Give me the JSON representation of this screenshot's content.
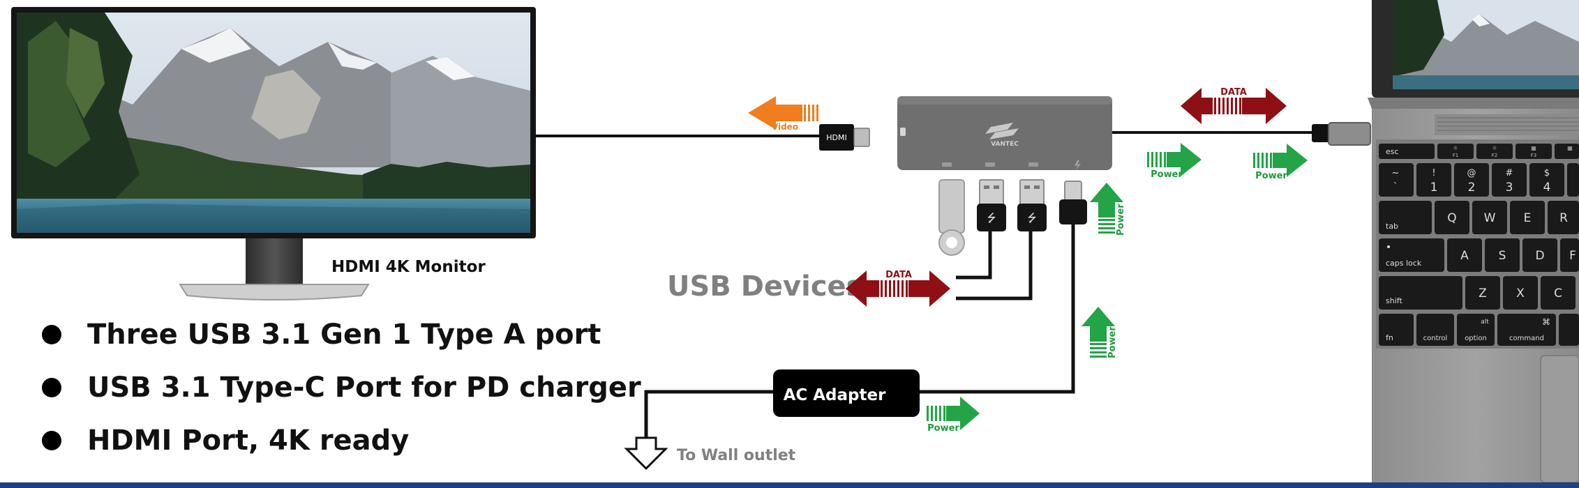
{
  "monitor": {
    "label": "HDMI 4K Monitor"
  },
  "hub": {
    "hdmi_label": "HDMI",
    "brand": "VANTEC"
  },
  "arrows": {
    "video": "Video",
    "data_top": "DATA",
    "data_usb": "DATA",
    "power": "Power"
  },
  "usb_devices": {
    "label": "USB Devices"
  },
  "ac_adapter": {
    "label": "AC Adapter"
  },
  "wall_outlet": {
    "label": "To Wall outlet"
  },
  "features": [
    "Three USB 3.1 Gen 1 Type A port",
    "USB 3.1 Type-C Port for PD charger",
    "HDMI Port, 4K ready"
  ],
  "keyboard": {
    "keys": {
      "esc": "esc",
      "f1": "F1",
      "f2": "F2",
      "f3": "F3",
      "tilde_top": "~",
      "tilde_bot": "`",
      "one_top": "!",
      "one_bot": "1",
      "two_top": "@",
      "two_bot": "2",
      "three_top": "#",
      "three_bot": "3",
      "four_top": "$",
      "four_bot": "4",
      "tab": "tab",
      "q": "Q",
      "w": "W",
      "e": "E",
      "r": "R",
      "caps": "caps lock",
      "a": "A",
      "s": "S",
      "d": "D",
      "f": "F",
      "shift": "shift",
      "z": "Z",
      "x": "X",
      "c": "C",
      "fn": "fn",
      "control": "control",
      "option_top": "alt",
      "option_bot": "option",
      "command_top": "⌘",
      "command_bot": "command"
    }
  },
  "colors": {
    "video_arrow": "#f07d1e",
    "data_arrow": "#8e1015",
    "power_arrow": "#22a447",
    "power_text": "#1f9a3e",
    "usb_label": "#808080",
    "hub_body": "#6f6f6f",
    "bottom_bar": "#1e3f86"
  }
}
